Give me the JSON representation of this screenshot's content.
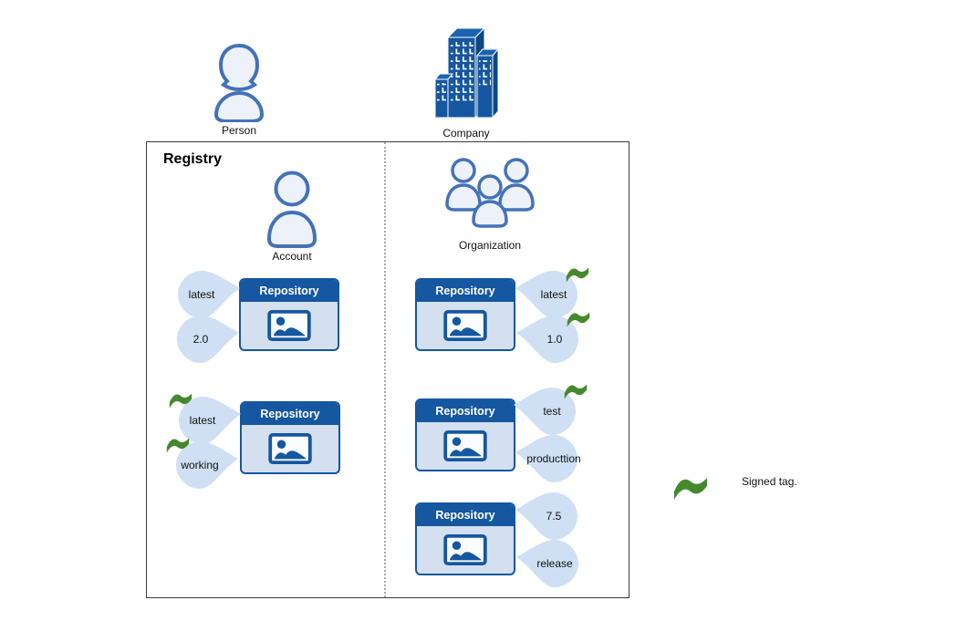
{
  "colors": {
    "primary_blue": "#1557a0",
    "outline_blue": "#4472b8",
    "person_fill": "#edf2fa",
    "repo_body_fill": "#d4e0ef",
    "tag_fill": "#cfe0f4",
    "signed_green": "#46892d",
    "building_side": "#0d4784",
    "building_top": "#1b63ad"
  },
  "actors": {
    "person": {
      "label": "Person"
    },
    "company": {
      "label": "Company"
    }
  },
  "registry": {
    "title": "Registry",
    "account": {
      "label": "Account",
      "repositories": [
        {
          "title": "Repository",
          "tags": [
            {
              "label": "latest",
              "signed": false
            },
            {
              "label": "2.0",
              "signed": false
            }
          ]
        },
        {
          "title": "Repository",
          "tags": [
            {
              "label": "latest",
              "signed": true
            },
            {
              "label": "working",
              "signed": true
            }
          ]
        }
      ]
    },
    "organization": {
      "label": "Organization",
      "repositories": [
        {
          "title": "Repository",
          "tags": [
            {
              "label": "latest",
              "signed": true
            },
            {
              "label": "1.0",
              "signed": true
            }
          ]
        },
        {
          "title": "Repository",
          "tags": [
            {
              "label": "test",
              "signed": true
            },
            {
              "label": "producttion",
              "signed": false
            }
          ]
        },
        {
          "title": "Repository",
          "tags": [
            {
              "label": "7.5",
              "signed": false
            },
            {
              "label": "release",
              "signed": false
            }
          ]
        }
      ]
    }
  },
  "legend": {
    "label": "Signed tag."
  }
}
